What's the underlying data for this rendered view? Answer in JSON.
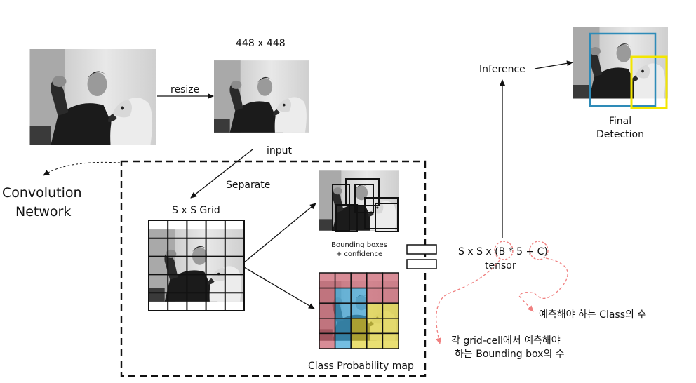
{
  "labels": {
    "resize": "resize",
    "size_448": "448 x 448",
    "input": "input",
    "separate": "Separate",
    "conv_line1": "Convolution",
    "conv_line2": "Network",
    "grid": "S x S Grid",
    "bbox_line1": "Bounding boxes",
    "bbox_line2": "+ confidence",
    "class_map": "Class Probability map",
    "tensor_line1": "S x S x (B * 5 + C)",
    "tensor_line2": "tensor",
    "inference": "Inference",
    "final_line1": "Final",
    "final_line2": "Detection",
    "note_class": "예측해야 하는 Class의 수",
    "note_bbox_line1": "각 grid-cell에서 예측해야",
    "note_bbox_line2": "하는 Bounding box의 수"
  },
  "class_map_grid": [
    [
      "red",
      "red",
      "red",
      "red",
      "red"
    ],
    [
      "red",
      "blue",
      "blue",
      "red",
      "red"
    ],
    [
      "red",
      "blue",
      "blue",
      "yellow",
      "yellow"
    ],
    [
      "red",
      "blue",
      "yellow",
      "yellow",
      "yellow"
    ],
    [
      "red",
      "blue",
      "yellow",
      "yellow",
      "yellow"
    ]
  ],
  "colors": {
    "red": "#c9606d",
    "blue": "#3ea5d6",
    "yellow": "#e0d23c",
    "dash_red": "#f08080",
    "final_box_blue": "#2e8bb8",
    "final_box_yellow": "#f3e600"
  }
}
